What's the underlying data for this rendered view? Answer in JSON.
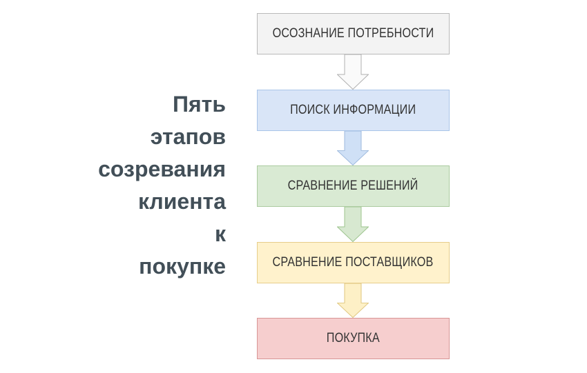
{
  "title": {
    "text": "Пять\nэтапов\nсозревания\nклиента\nк\nпокупке",
    "color": "#424f58"
  },
  "stages": [
    {
      "label": "ОСОЗНАНИЕ ПОТРЕБНОСТИ",
      "fill": "#f3f3f3",
      "border": "#b9b9b9",
      "arrow_fill": "#fafafa",
      "arrow_border": "#b0b0b0"
    },
    {
      "label": "ПОИСК ИНФОРМАЦИИ",
      "fill": "#d9e5f7",
      "border": "#a9c4e8",
      "arrow_fill": "#cfe0f6",
      "arrow_border": "#9db9dd"
    },
    {
      "label": "СРАВНЕНИЕ РЕШЕНИЙ",
      "fill": "#d9ead3",
      "border": "#abcb9f",
      "arrow_fill": "#d7e8d0",
      "arrow_border": "#9dc48e"
    },
    {
      "label": "СРАВНЕНИЕ ПОСТАВЩИКОВ",
      "fill": "#fff2cc",
      "border": "#e6cd8a",
      "arrow_fill": "#fdf0c6",
      "arrow_border": "#dfc67e"
    },
    {
      "label": "ПОКУПКА",
      "fill": "#f6cece",
      "border": "#d89595"
    }
  ],
  "label_color": "#333333"
}
